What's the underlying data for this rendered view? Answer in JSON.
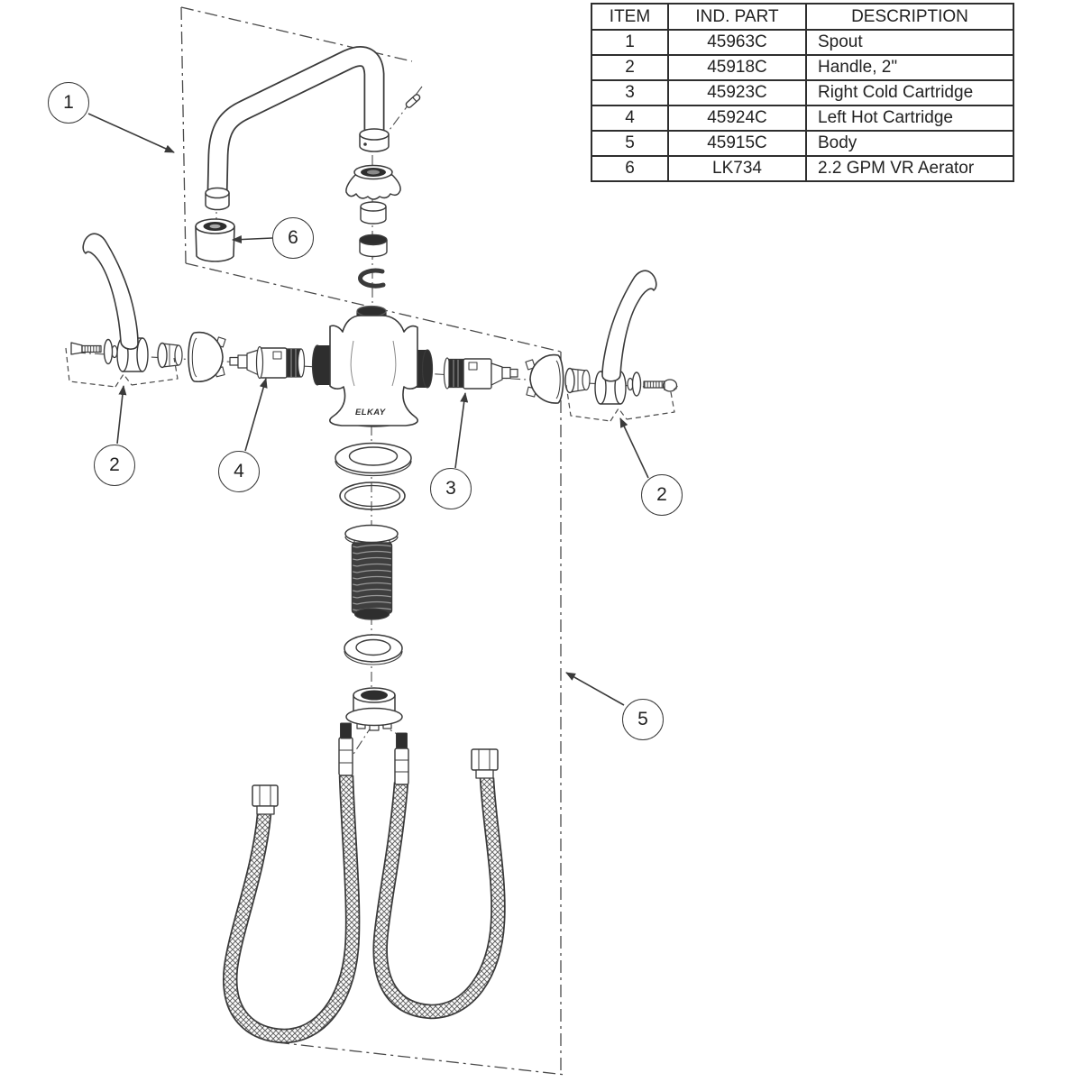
{
  "diagram": {
    "brand_label": "ELKAY",
    "callouts": [
      {
        "number": "1"
      },
      {
        "number": "6"
      },
      {
        "number": "2"
      },
      {
        "number": "4"
      },
      {
        "number": "3"
      },
      {
        "number": "2"
      },
      {
        "number": "5"
      }
    ]
  },
  "parts_table": {
    "headers": [
      "ITEM",
      "IND. PART",
      "DESCRIPTION"
    ],
    "rows": [
      [
        "1",
        "45963C",
        "Spout"
      ],
      [
        "2",
        "45918C",
        "Handle, 2\""
      ],
      [
        "3",
        "45923C",
        "Right Cold Cartridge"
      ],
      [
        "4",
        "45924C",
        "Left Hot Cartridge"
      ],
      [
        "5",
        "45915C",
        "Body"
      ],
      [
        "6",
        "LK734",
        "2.2 GPM VR Aerator"
      ]
    ]
  }
}
